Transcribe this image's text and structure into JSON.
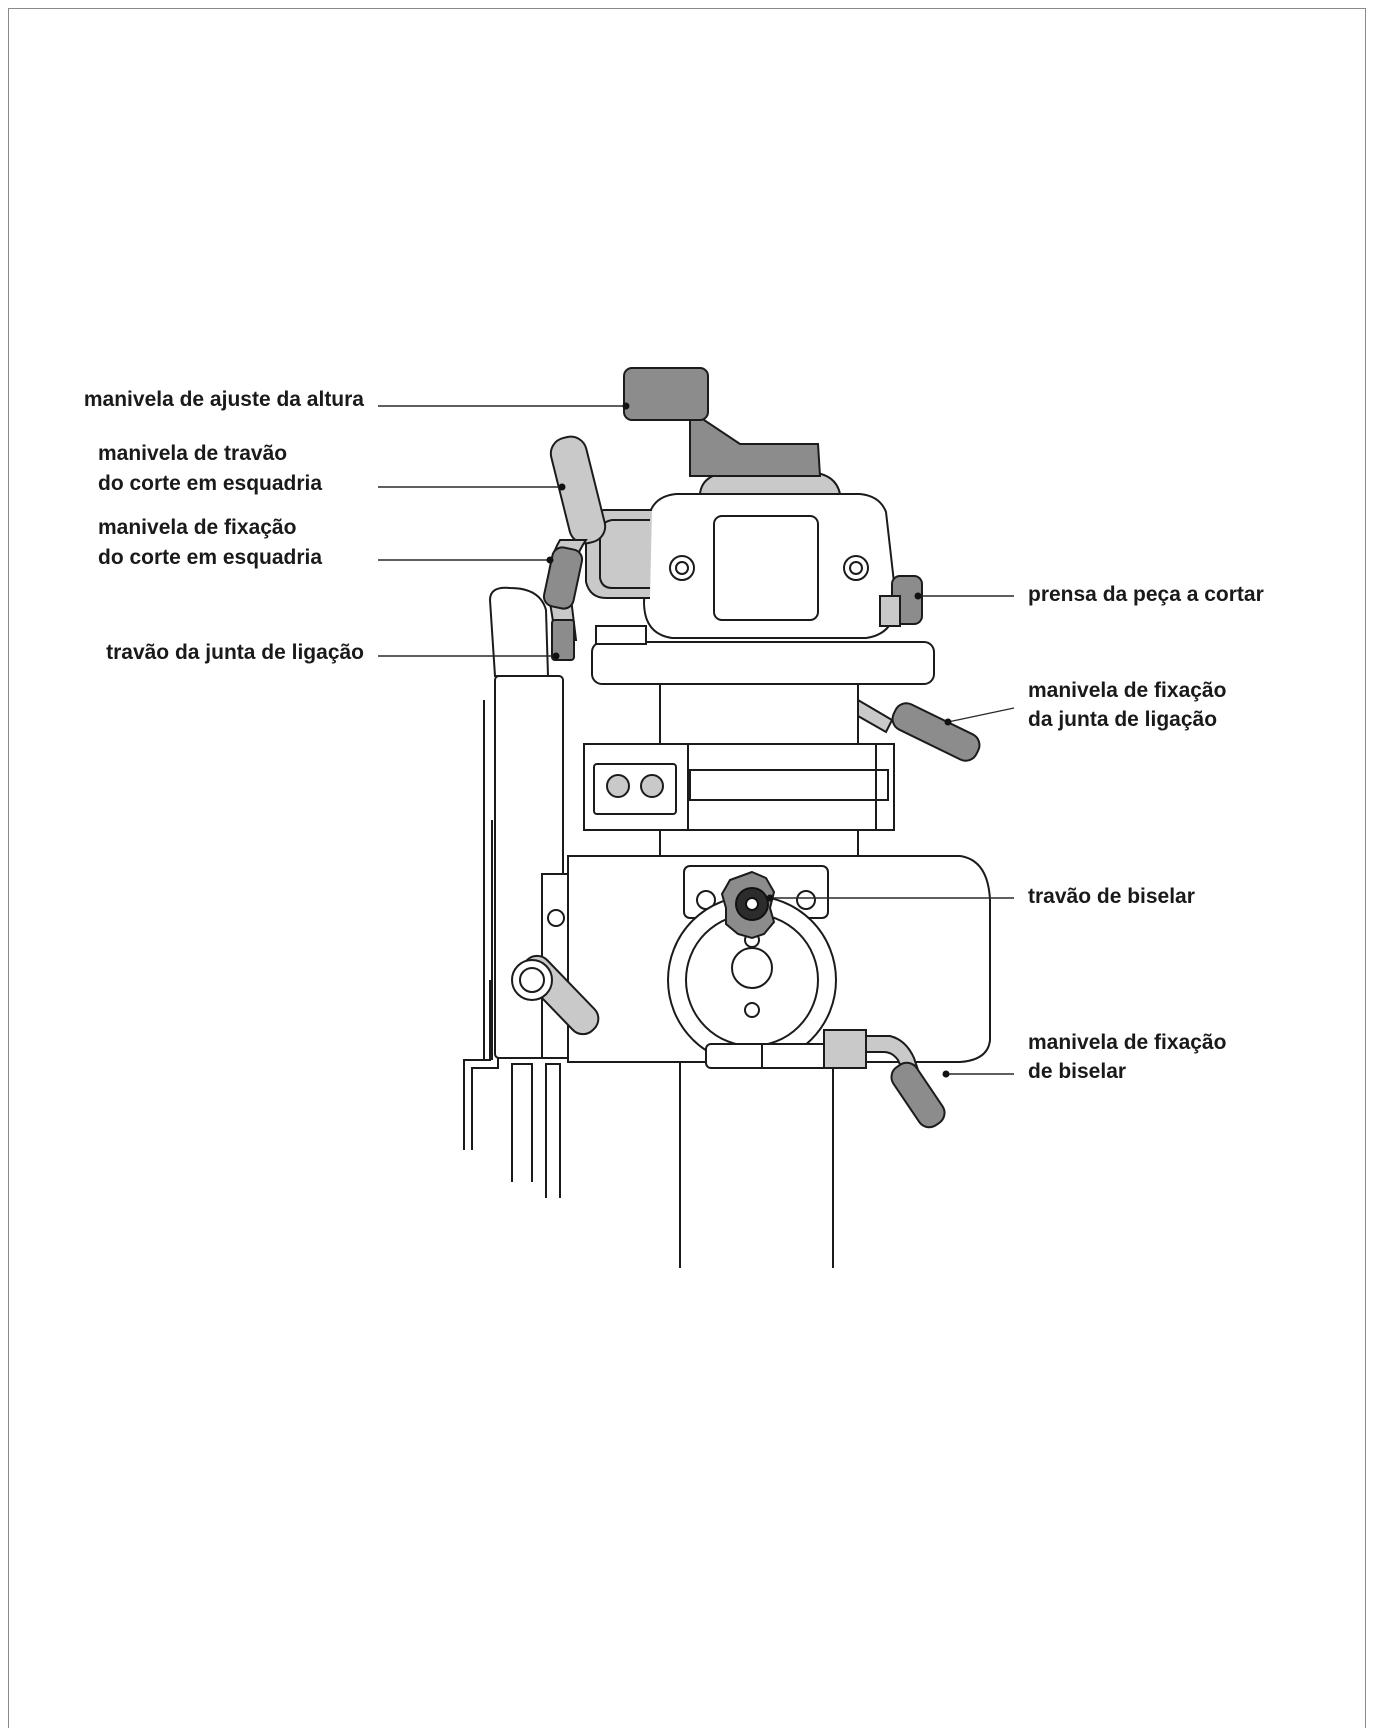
{
  "diagram": {
    "labels": {
      "height_handle": "manivela de ajuste da altura",
      "miter_lock_1": "manivela de travão",
      "miter_lock_2": "do corte em esquadria",
      "miter_clamp_1": "manivela de fixação",
      "miter_clamp_2": "do corte em esquadria",
      "joint_lock": "travão da junta de ligação",
      "work_clamp": "prensa da peça a cortar",
      "joint_clamp_1": "manivela de fixação",
      "joint_clamp_2": "da junta de ligação",
      "bevel_lock": "travão de biselar",
      "bevel_clamp_1": "manivela de fixação",
      "bevel_clamp_2": "de biselar"
    }
  }
}
